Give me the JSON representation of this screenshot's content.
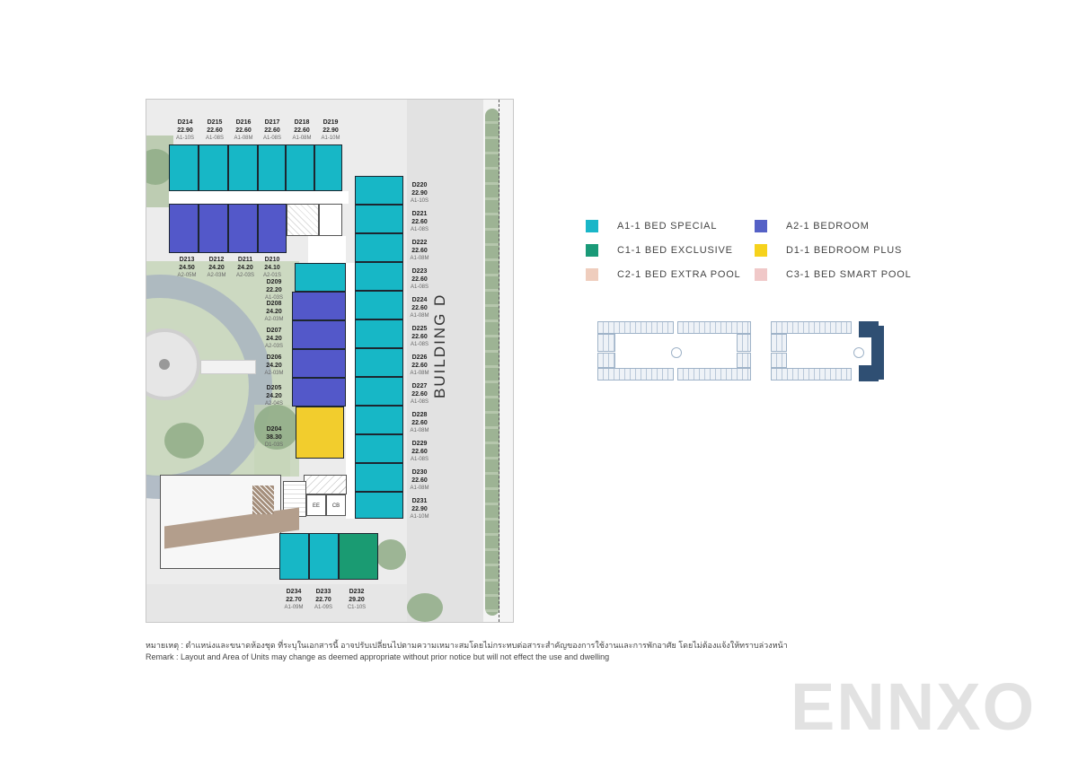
{
  "floorplan": {
    "building_label": "BUILDING D",
    "units": [
      {
        "id": "D214",
        "area": "22.90",
        "type": "A1-10S",
        "category": "A1"
      },
      {
        "id": "D215",
        "area": "22.60",
        "type": "A1-08S",
        "category": "A1"
      },
      {
        "id": "D216",
        "area": "22.60",
        "type": "A1-08M",
        "category": "A1"
      },
      {
        "id": "D217",
        "area": "22.60",
        "type": "A1-08S",
        "category": "A1"
      },
      {
        "id": "D218",
        "area": "22.60",
        "type": "A1-08M",
        "category": "A1"
      },
      {
        "id": "D219",
        "area": "22.90",
        "type": "A1-10M",
        "category": "A1"
      },
      {
        "id": "D213",
        "area": "24.50",
        "type": "A2-05M",
        "category": "A2"
      },
      {
        "id": "D212",
        "area": "24.20",
        "type": "A2-03M",
        "category": "A2"
      },
      {
        "id": "D211",
        "area": "24.20",
        "type": "A2-03S",
        "category": "A2"
      },
      {
        "id": "D210",
        "area": "24.10",
        "type": "A2-01S",
        "category": "A2"
      },
      {
        "id": "D209",
        "area": "22.20",
        "type": "A1-03S",
        "category": "A1"
      },
      {
        "id": "D208",
        "area": "24.20",
        "type": "A2-03M",
        "category": "A2"
      },
      {
        "id": "D207",
        "area": "24.20",
        "type": "A2-03S",
        "category": "A2"
      },
      {
        "id": "D206",
        "area": "24.20",
        "type": "A2-03M",
        "category": "A2"
      },
      {
        "id": "D205",
        "area": "24.20",
        "type": "A2-04S",
        "category": "A2"
      },
      {
        "id": "D204",
        "area": "38.30",
        "type": "D1-03S",
        "category": "D1"
      },
      {
        "id": "D220",
        "area": "22.90",
        "type": "A1-10S",
        "category": "A1"
      },
      {
        "id": "D221",
        "area": "22.60",
        "type": "A1-08S",
        "category": "A1"
      },
      {
        "id": "D222",
        "area": "22.60",
        "type": "A1-08M",
        "category": "A1"
      },
      {
        "id": "D223",
        "area": "22.60",
        "type": "A1-08S",
        "category": "A1"
      },
      {
        "id": "D224",
        "area": "22.60",
        "type": "A1-08M",
        "category": "A1"
      },
      {
        "id": "D225",
        "area": "22.60",
        "type": "A1-08S",
        "category": "A1"
      },
      {
        "id": "D226",
        "area": "22.60",
        "type": "A1-08M",
        "category": "A1"
      },
      {
        "id": "D227",
        "area": "22.60",
        "type": "A1-08S",
        "category": "A1"
      },
      {
        "id": "D228",
        "area": "22.60",
        "type": "A1-08M",
        "category": "A1"
      },
      {
        "id": "D229",
        "area": "22.60",
        "type": "A1-08S",
        "category": "A1"
      },
      {
        "id": "D230",
        "area": "22.60",
        "type": "A1-08M",
        "category": "A1"
      },
      {
        "id": "D231",
        "area": "22.90",
        "type": "A1-10M",
        "category": "A1"
      },
      {
        "id": "D234",
        "area": "22.70",
        "type": "A1-09M",
        "category": "A1"
      },
      {
        "id": "D233",
        "area": "22.70",
        "type": "A1-09S",
        "category": "A1"
      },
      {
        "id": "D232",
        "area": "29.20",
        "type": "C1-10S",
        "category": "C1"
      }
    ],
    "core_labels": {
      "ee": "EE",
      "cb": "CB"
    }
  },
  "legend": {
    "items": [
      {
        "label": "A1-1 BED SPECIAL",
        "color": "#19b6c8"
      },
      {
        "label": "A2-1 BEDROOM",
        "color": "#5561c6"
      },
      {
        "label": "C1-1 BED EXCLUSIVE",
        "color": "#1a9a78"
      },
      {
        "label": "D1-1 BEDROOM PLUS",
        "color": "#f6d21c"
      },
      {
        "label": "C2-1 BED EXTRA POOL",
        "color": "#efcdbd"
      },
      {
        "label": "C3-1 BED SMART POOL",
        "color": "#f0c8c8"
      }
    ]
  },
  "keymap": {
    "highlighted_building": "D",
    "highlight_color": "#2f4f73"
  },
  "remark": {
    "thai": "หมายเหตุ : ตำแหน่งและขนาดห้องชุด ที่ระบุในเอกสารนี้ อาจปรับเปลี่ยนไปตามความเหมาะสมโดยไม่กระทบต่อสาระสำคัญของการใช้งานและการพักอาศัย โดยไม่ต้องแจ้งให้ทราบล่วงหน้า",
    "english": "Remark : Layout and Area of Units may change as deemed appropriate without prior notice but will not effect the use and dwelling"
  },
  "watermark": "ENNXO"
}
